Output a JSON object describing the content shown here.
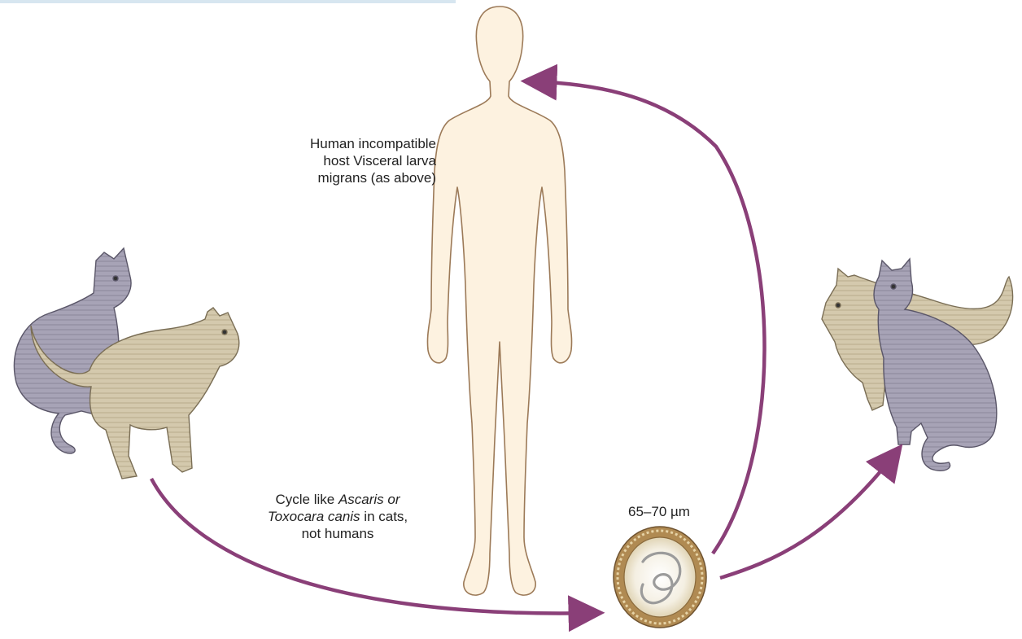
{
  "colors": {
    "arrow": "#8a3f78",
    "human_fill": "#fdf2e0",
    "human_stroke": "#9c7a58",
    "cat_gray": "#9a96a8",
    "cat_tan": "#cfc3a8",
    "egg_shell": "#b08a52"
  },
  "labels": {
    "human": {
      "line1": "Human incompatible",
      "line2": "host Visceral larva",
      "line3": "migrans (as above)"
    },
    "cycle": {
      "part1": "Cycle like ",
      "part2": "Ascaris",
      "part3": " or",
      "part4": "Toxocara canis",
      "part5": " in cats,",
      "part6": "not humans"
    },
    "egg_size": "65–70 µm"
  }
}
